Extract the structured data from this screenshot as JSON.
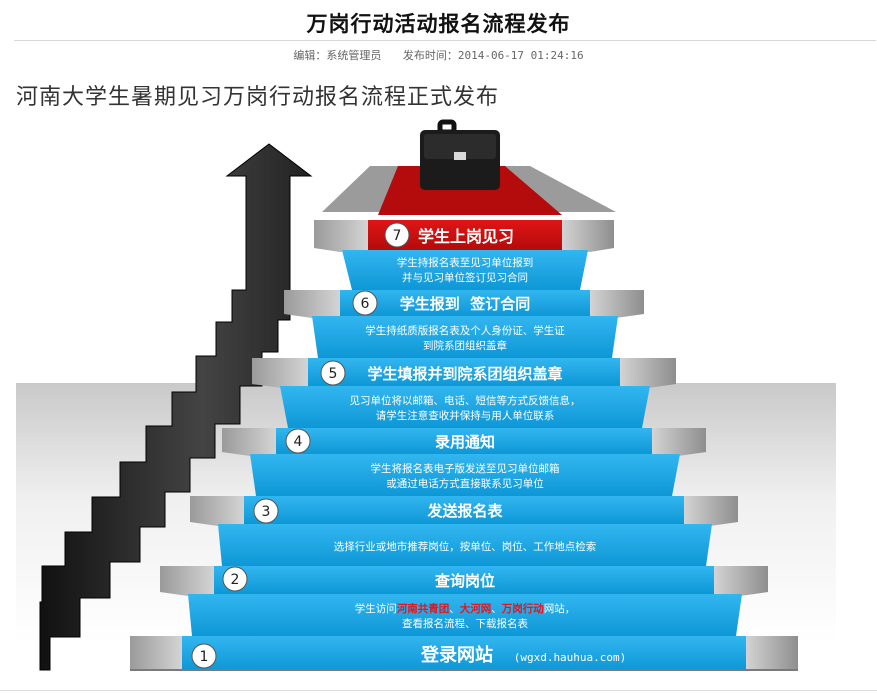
{
  "article": {
    "title": "万岗行动活动报名流程发布",
    "editor": "编辑：系统管理员",
    "published_label": "发布时间：",
    "published_time": "2014-06-17 01:24:16",
    "headline": "河南大学生暑期见习万岗行动报名流程正式发布"
  },
  "colors": {
    "step_blue": "#1aa7e6",
    "top_red": "#cc1111",
    "highlight_red": "#e8131b",
    "stair_gray": "#b0b0b0"
  },
  "steps": [
    {
      "num": "1",
      "title": "登录网站",
      "url": "(wgxd.hauhua.com)"
    },
    {
      "num": "2",
      "title": "查询岗位"
    },
    {
      "num": "3",
      "title": "发送报名表"
    },
    {
      "num": "4",
      "title": "录用通知"
    },
    {
      "num": "5",
      "title": "学生填报并到院系团组织盖章"
    },
    {
      "num": "6",
      "title": "学生报到  签订合同"
    },
    {
      "num": "7",
      "title": "学生上岗见习"
    }
  ],
  "descriptions": {
    "d1_prefix": "学生访问",
    "d1_link1": "河南共青团",
    "d1_sep1": "、",
    "d1_link2": "大河网",
    "d1_sep2": "、",
    "d1_link3": "万岗行动",
    "d1_suffix": "网站，",
    "d1_line2": "查看报名流程、下载报名表",
    "d2": "选择行业或地市推荐岗位，按单位、岗位、工作地点检索",
    "d3_line1": "学生将报名表电子版发送至见习单位邮箱",
    "d3_line2": "或通过电话方式直接联系见习单位",
    "d4_line1": "见习单位将以邮箱、电话、短信等方式反馈信息，",
    "d4_line2": "请学生注意查收并保持与用人单位联系",
    "d5_line1": "学生持纸质版报名表及个人身份证、学生证",
    "d5_line2": "到院系团组织盖章",
    "d6_line1": "学生持报名表至见习单位报到",
    "d6_line2": "并与见习单位签订见习合同"
  }
}
